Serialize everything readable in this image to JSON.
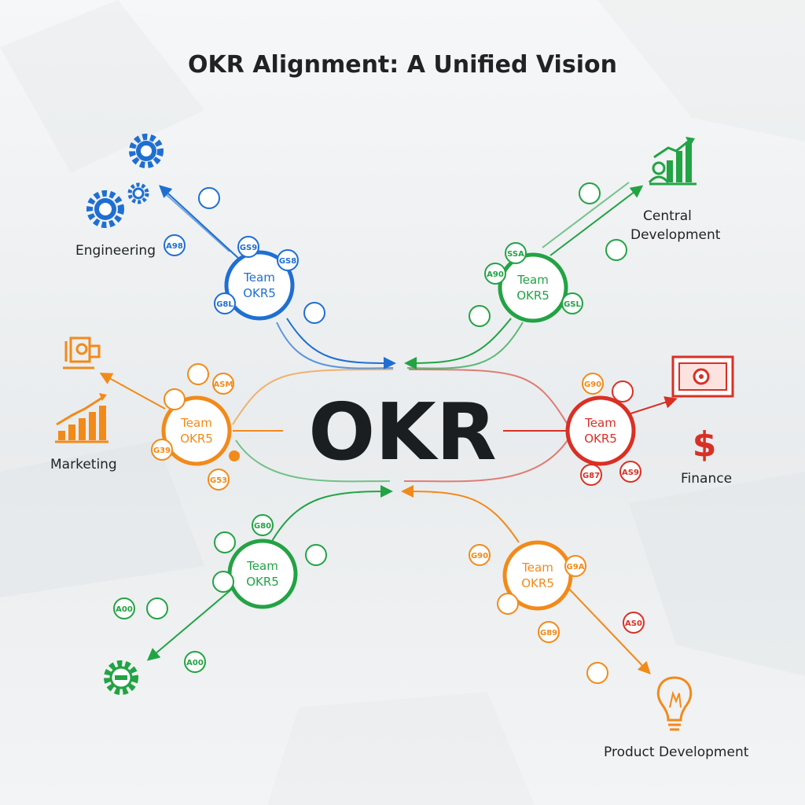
{
  "title": "OKR Alignment: A Unified Vision",
  "center": {
    "label": "OKR"
  },
  "colors": {
    "engineering": "#1f6fd1",
    "central": "#22a344",
    "marketing": "#f28a1a",
    "finance": "#d93025",
    "bottom_left": "#22a344",
    "product": "#f28a1a",
    "text": "#1f2326"
  },
  "hubs": [
    {
      "id": "engineering",
      "line1": "Team",
      "line2": "OKR5"
    },
    {
      "id": "central",
      "line1": "Team",
      "line2": "OKR5"
    },
    {
      "id": "marketing",
      "line1": "Team",
      "line2": "OKR5"
    },
    {
      "id": "finance",
      "line1": "Team",
      "line2": "OKR5"
    },
    {
      "id": "bottom_left",
      "line1": "Team",
      "line2": "OKR5"
    },
    {
      "id": "product",
      "line1": "Team",
      "line2": "OKR5"
    }
  ],
  "departments": {
    "engineering": "Engineering",
    "central_line1": "Central",
    "central_line2": "Development",
    "marketing": "Marketing",
    "finance": "Finance",
    "product": "Product Development"
  },
  "badges": {
    "engineering": [
      "A98",
      "GS9",
      "GS8",
      "G8L"
    ],
    "central": [
      "SSA",
      "A90",
      "GSL"
    ],
    "marketing": [
      "ASM",
      "G39",
      "G53"
    ],
    "finance": [
      "G90",
      "AS9",
      "G87"
    ],
    "bottom_left": [
      "G80",
      "A00",
      "A00"
    ],
    "product": [
      "G9A",
      "G90",
      "G89",
      "AS0"
    ]
  },
  "icons": {
    "engineering": "gears-icon",
    "central": "growth-chart-icon",
    "marketing_top": "presenter-icon",
    "marketing_bottom": "bar-chart-icon",
    "finance_top": "screen-alert-icon",
    "finance_bottom": "dollar-icon",
    "bottom_left": "gear-icon",
    "product": "lightbulb-icon"
  }
}
